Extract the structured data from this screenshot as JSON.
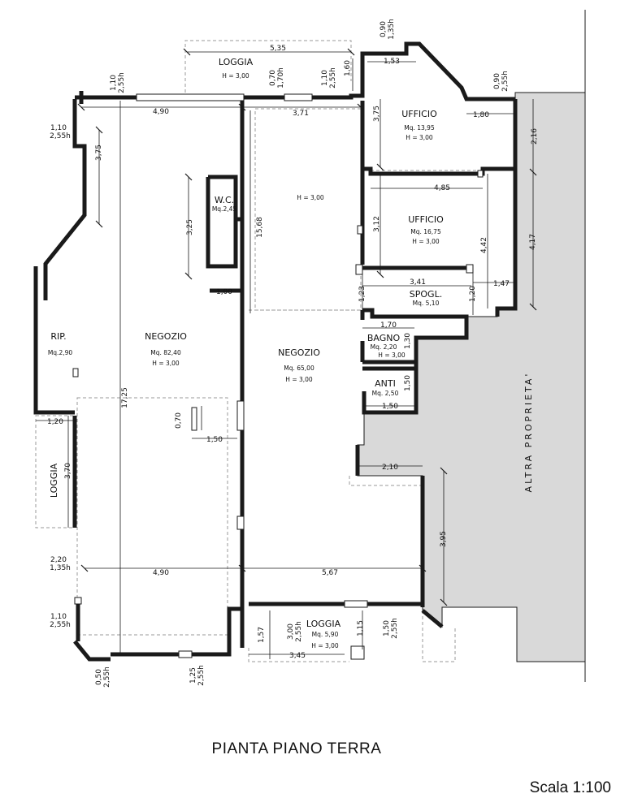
{
  "plan": {
    "title": "PIANTA PIANO TERRA",
    "scale": "Scala 1:100",
    "neighbor": "ALTRA PROPRIETA'",
    "colors": {
      "wall": "#1a1a1a",
      "neighbor_fill": "#d9d9d9",
      "dashed": "#9a9a9a"
    }
  },
  "rooms": {
    "loggia_top": {
      "name": "LOGGIA",
      "h": "H = 3,00"
    },
    "ufficio_1": {
      "name": "UFFICIO",
      "area": "Mq. 13,95",
      "h": "H = 3,00"
    },
    "ufficio_2": {
      "name": "UFFICIO",
      "area": "Mq. 16,75",
      "h": "H = 3,00"
    },
    "wc": {
      "name": "W.C.",
      "area": "Mq.2,45"
    },
    "central": {
      "h": "H = 3,00"
    },
    "spogl": {
      "name": "SPOGL.",
      "area": "Mq. 5,10"
    },
    "bagno": {
      "name": "BAGNO",
      "area": "Mq. 2,20",
      "h": "H = 3,00"
    },
    "anti": {
      "name": "ANTI",
      "area": "Mq. 2,50"
    },
    "rip": {
      "name": "RIP.",
      "area": "Mq.2,90"
    },
    "negozio_left": {
      "name": "NEGOZIO",
      "area": "Mq. 82,40",
      "h": "H = 3,00"
    },
    "negozio_right": {
      "name": "NEGOZIO",
      "area": "Mq. 65,00",
      "h": "H = 3,00"
    },
    "loggia_left": {
      "name": "LOGGIA"
    },
    "loggia_bottom": {
      "name": "LOGGIA",
      "area": "Mq. 5,90",
      "h": "H = 3,00"
    }
  },
  "dims": {
    "d_535": "5,35",
    "d_490_top": "4,90",
    "d_371": "3,71",
    "d_153": "1,53",
    "d_180": "1,80",
    "d_375_left": "3,75",
    "d_375_right": "3,75",
    "d_216": "2,16",
    "d_485": "4,85",
    "d_325": "3,25",
    "d_1568": "15,68",
    "d_312": "3,12",
    "d_442": "4,42",
    "d_417": "4,17",
    "d_100": "1,00",
    "d_341": "3,41",
    "d_123": "1,23",
    "d_120_spogl": "1,20",
    "d_147": "1,47",
    "d_170": "1,70",
    "d_130": "1,30",
    "d_150_anti_v": "1,50",
    "d_150_anti_h": "1,50",
    "d_1725": "17,25",
    "d_120_left": "1,20",
    "d_070": "0,70",
    "d_150_left": "1,50",
    "d_370": "3,70",
    "d_210": "2,10",
    "d_395": "3,95",
    "d_490_bottom": "4,90",
    "d_567": "5,67",
    "d_157": "1,57",
    "d_345": "3,45",
    "d_115": "1,15",
    "d_160": "1,60"
  },
  "openings": {
    "o_090_135": [
      "0,90",
      "1,35h"
    ],
    "o_110_255_top": [
      "1,10",
      "2,55h"
    ],
    "o_070_170": [
      "0,70",
      "1,70h"
    ],
    "o_110_255_mid": [
      "1,10",
      "2,55h"
    ],
    "o_090_255_right": [
      "0,90",
      "2,55h"
    ],
    "o_110_255_left": [
      "1,10",
      "2,55h"
    ],
    "o_220_135": [
      "2,20",
      "1,35h"
    ],
    "o_110_255_low": [
      "1,10",
      "2,55h"
    ],
    "o_050_255": [
      "0,50",
      "2,55h"
    ],
    "o_125_255": [
      "1,25",
      "2,55h"
    ],
    "o_300_255": [
      "3,00",
      "2,55h"
    ],
    "o_150_255": [
      "1,50",
      "2,55h"
    ]
  }
}
